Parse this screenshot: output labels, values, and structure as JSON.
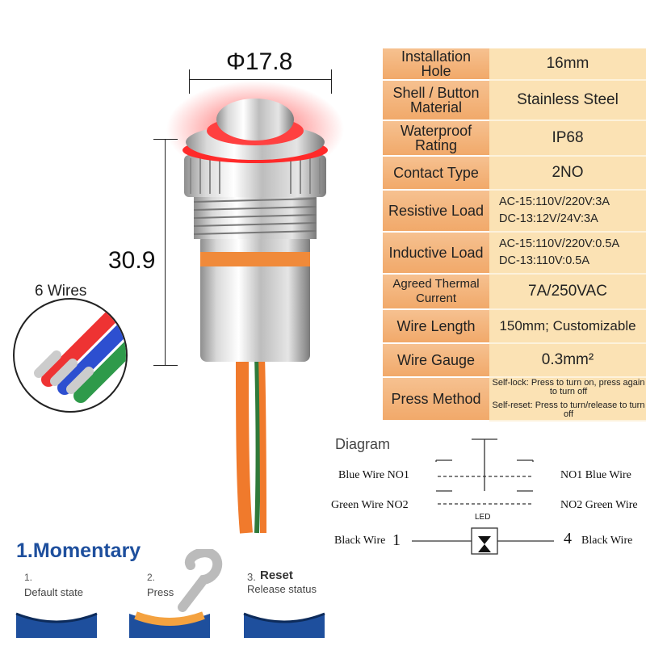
{
  "dimensions": {
    "diameter": "Φ17.8",
    "height": "30.9"
  },
  "wires_label": "6 Wires",
  "specs": [
    {
      "label": "Installation Hole",
      "value": [
        "16mm"
      ]
    },
    {
      "label": "Shell / Button Material",
      "value": [
        "Stainless Steel"
      ]
    },
    {
      "label": "Waterproof Rating",
      "value": [
        "IP68"
      ]
    },
    {
      "label": "Contact Type",
      "value": [
        "2NO"
      ]
    },
    {
      "label": "Resistive Load",
      "value": [
        "AC-15:110V/220V:3A",
        "DC-13:12V/24V:3A"
      ]
    },
    {
      "label": "Inductive Load",
      "value": [
        "AC-15:110V/220V:0.5A",
        "DC-13:110V:0.5A"
      ]
    },
    {
      "label": "Agreed Thermal Current",
      "value": [
        "7A/250VAC"
      ]
    },
    {
      "label": "Wire Length",
      "value": [
        "150mm; Customizable"
      ]
    },
    {
      "label": "Wire Gauge",
      "value": [
        "0.3mm²"
      ]
    },
    {
      "label": "Press Method",
      "value": [
        "Self-lock: Press to turn on, press again to turn off",
        "Self-reset: Press to turn/release to turn off"
      ]
    }
  ],
  "diagram": {
    "title": "Diagram",
    "left": [
      "Blue Wire NO1",
      "Green Wire NO2",
      "Black Wire"
    ],
    "right": [
      "NO1 Blue Wire",
      "NO2 Green Wire",
      "Black Wire"
    ],
    "pin_left": "1",
    "pin_right": "4",
    "led": "LED"
  },
  "steps": {
    "title": "1.Momentary",
    "items": [
      {
        "num": "1.",
        "label": "Default state"
      },
      {
        "num": "2.",
        "label": "Press"
      },
      {
        "num": "3.",
        "title": "Reset",
        "label": "Release status"
      }
    ]
  },
  "colors": {
    "accent_blue": "#1e4f9d",
    "label_orange": "#f1a96a",
    "value_cream": "#fbe2b4",
    "led_red": "#ff2a2a",
    "wire_orange": "#f07a2c"
  }
}
